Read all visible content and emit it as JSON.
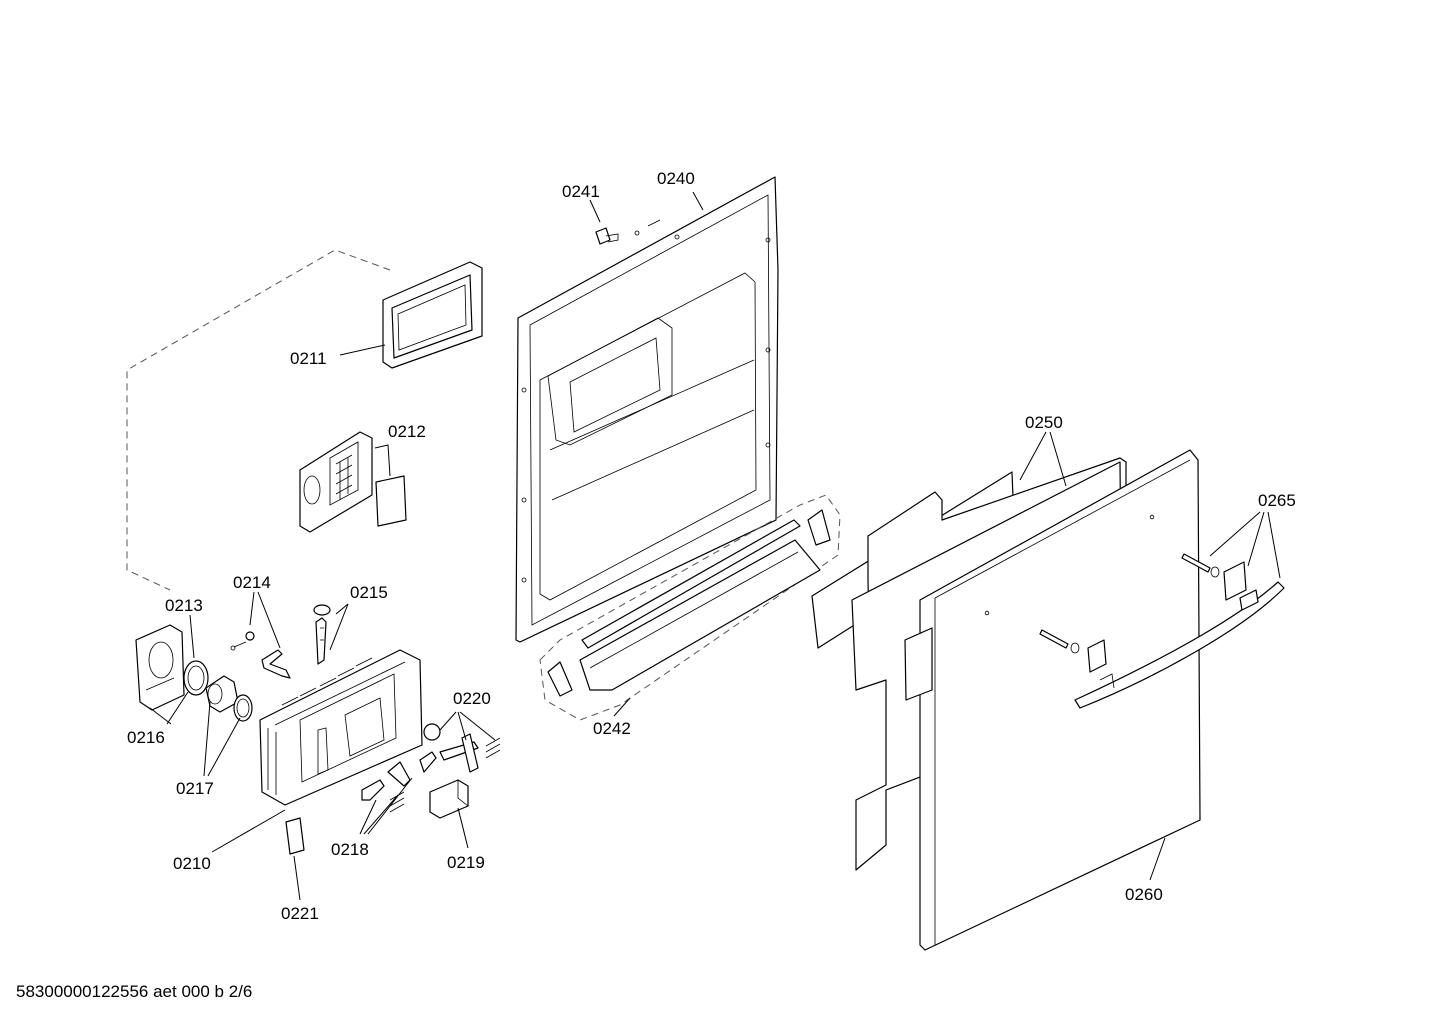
{
  "diagram": {
    "labels": {
      "p0210": "0210",
      "p0211": "0211",
      "p0212": "0212",
      "p0213": "0213",
      "p0214": "0214",
      "p0215": "0215",
      "p0216": "0216",
      "p0217": "0217",
      "p0218": "0218",
      "p0219": "0219",
      "p0220": "0220",
      "p0221": "0221",
      "p0240": "0240",
      "p0241": "0241",
      "p0242": "0242",
      "p0250": "0250",
      "p0260": "0260",
      "p0265": "0265"
    },
    "footer": "58300000122556 aet 000 b 2/6"
  }
}
